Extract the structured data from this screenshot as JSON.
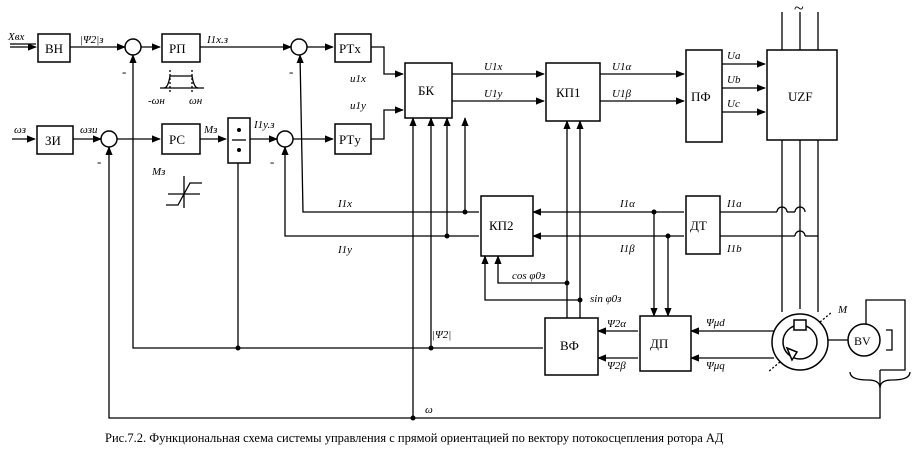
{
  "blocks": {
    "vn": "ВН",
    "zi": "ЗИ",
    "rp": "РП",
    "rs": "РС",
    "rtx": "РТx",
    "rty": "РТy",
    "bk": "БК",
    "kp1": "КП1",
    "kp2": "КП2",
    "pf": "ПФ",
    "uzf": "UZF",
    "dt": "ДТ",
    "dp": "ДП",
    "vf": "ВФ",
    "bv": "BV",
    "motor": "M"
  },
  "signals": {
    "x_vh": "Xвх",
    "psi2_z": "|Ψ2|з",
    "i1x_z": "I1x.з",
    "w_z": "ωз",
    "w_zi": "ωзи",
    "m_z": "Mз",
    "i1y_z": "I1y.з",
    "u1x_small": "u1x",
    "u1y_small": "u1y",
    "U1x": "U1x",
    "U1y": "U1y",
    "U1a": "U1α",
    "U1b": "U1β",
    "Ua": "Ua",
    "Ub": "Ub",
    "Uc": "Uc",
    "I1x_fb": "I1x",
    "I1y_fb": "I1y",
    "I1a_fb": "I1α",
    "I1b_fb": "I1β",
    "I1a_dt": "I1a",
    "I1b_dt": "I1b",
    "cos": "cos φ0з",
    "sin": "sin φ0з",
    "psi2a": "Ψ2α",
    "psi2b": "Ψ2β",
    "psimd": "Ψμd",
    "psimq": "Ψμq",
    "psi2_mod": "|Ψ2|",
    "omega": "ω",
    "mz_graph": "Mз",
    "wn_neg": "-ωн",
    "wn_pos": "ωн",
    "minus": "-",
    "tilde": "~"
  },
  "caption": "Рис.7.2. Функциональная схема системы управления с прямой ориентацией по вектору потокосцепления ротора АД"
}
